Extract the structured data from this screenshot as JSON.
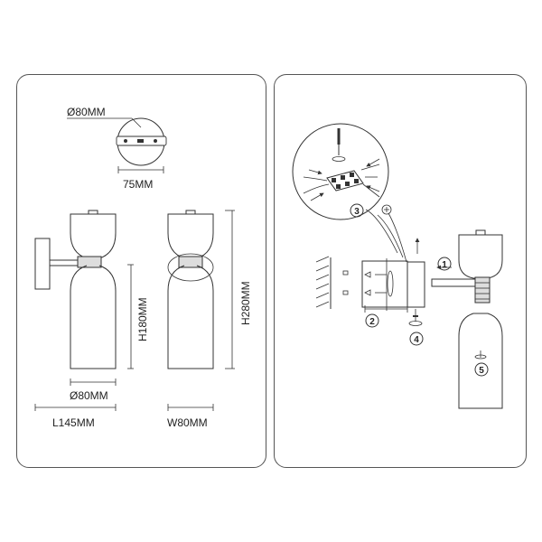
{
  "dimensions": {
    "base_diameter": "Ø80MM",
    "mount_spacing": "75MM",
    "shade_height": "H180MM",
    "shade_diameter": "Ø80MM",
    "length": "L145MM",
    "total_height": "H280MM",
    "width": "W80MM"
  },
  "steps": [
    "1",
    "2",
    "3",
    "4",
    "5"
  ],
  "colors": {
    "line": "#333333",
    "light_gray": "#cccccc",
    "panel_border": "#555555"
  }
}
